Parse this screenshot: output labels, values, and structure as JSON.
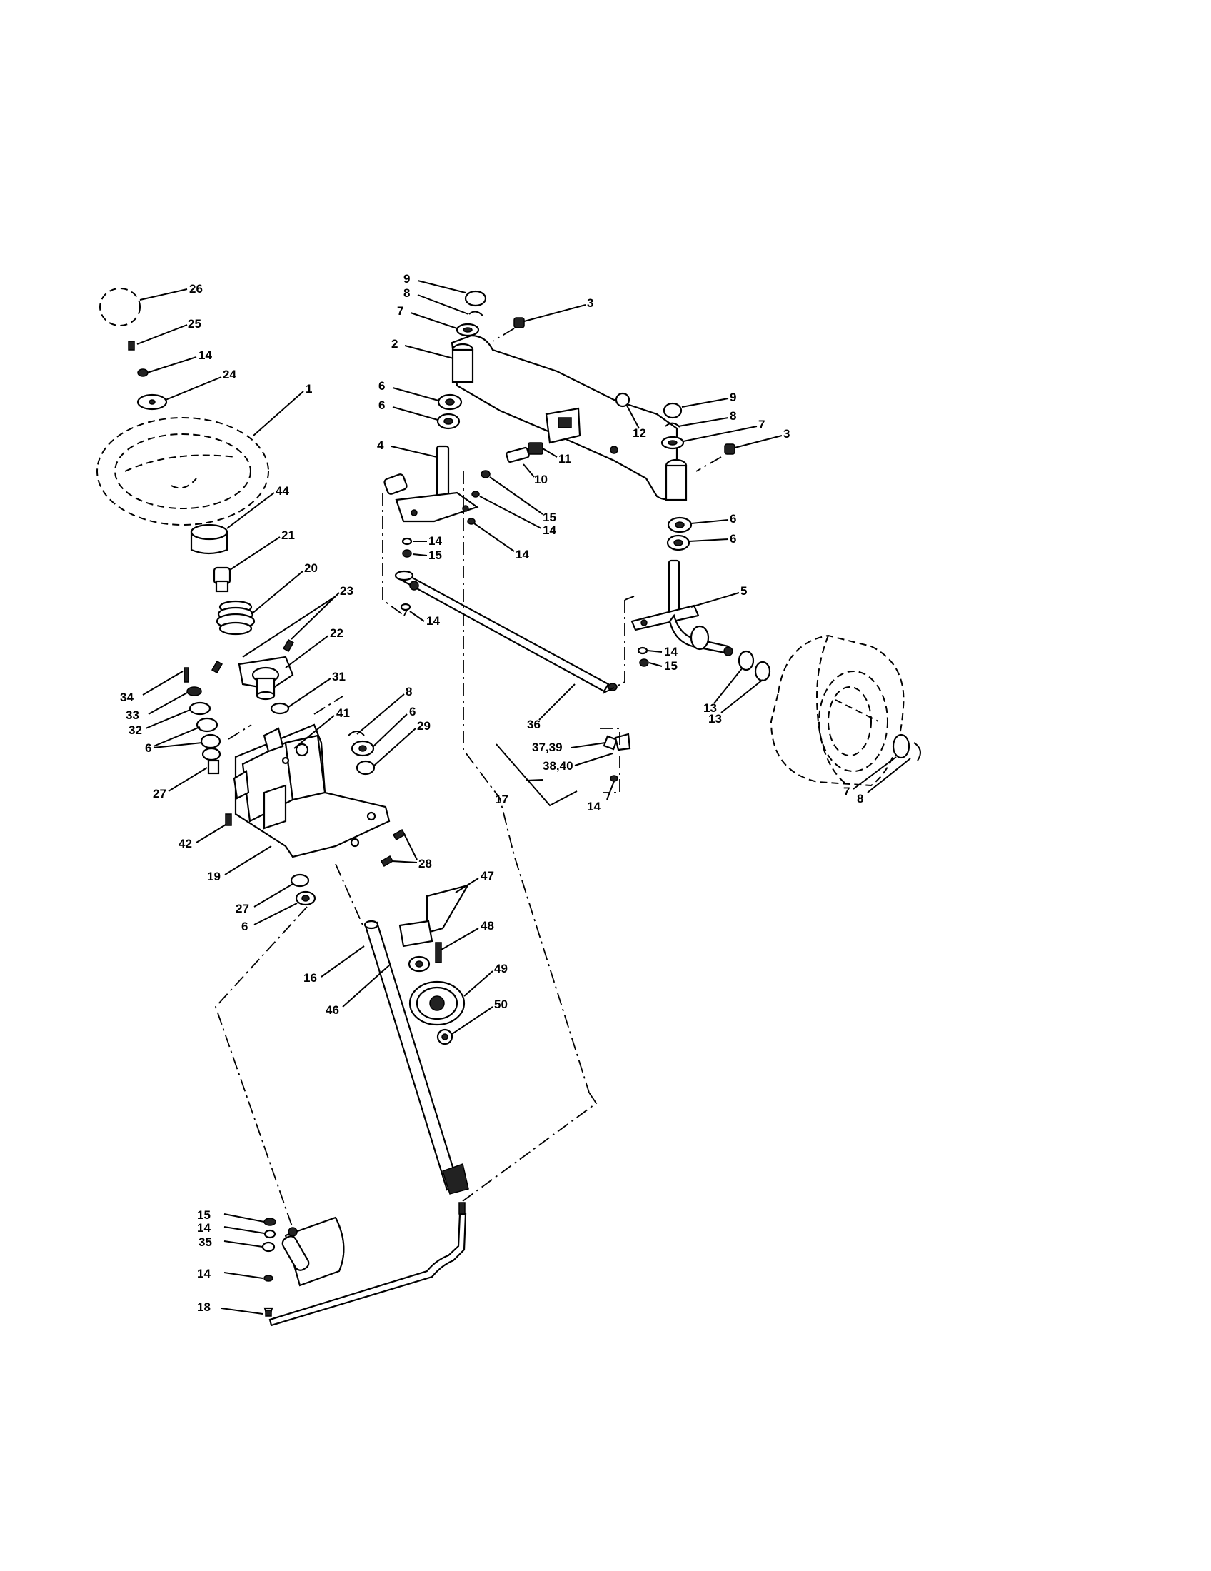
{
  "diagram": {
    "callouts": [
      "26",
      "25",
      "14",
      "24",
      "1",
      "44",
      "21",
      "20",
      "23",
      "22",
      "34",
      "33",
      "32",
      "6",
      "31",
      "41",
      "8",
      "6",
      "29",
      "27",
      "42",
      "19",
      "28",
      "27",
      "6",
      "16",
      "46",
      "47",
      "48",
      "49",
      "50",
      "9",
      "8",
      "7",
      "2",
      "3",
      "6",
      "6",
      "12",
      "9",
      "8",
      "7",
      "3",
      "11",
      "10",
      "4",
      "15",
      "14",
      "14",
      "15",
      "14",
      "14",
      "6",
      "6",
      "5",
      "14",
      "15",
      "13",
      "13",
      "7",
      "8",
      "36",
      "37,39",
      "38,40",
      "17",
      "14",
      "15",
      "14",
      "35",
      "14",
      "18"
    ],
    "parts": {
      "steering_wheel": "steering-wheel",
      "axle": "front-axle",
      "wheel": "front-wheel",
      "shaft": "steering-shaft",
      "drag_link": "drag-link",
      "sector_gear": "sector-gear",
      "pulley": "pulley"
    }
  }
}
